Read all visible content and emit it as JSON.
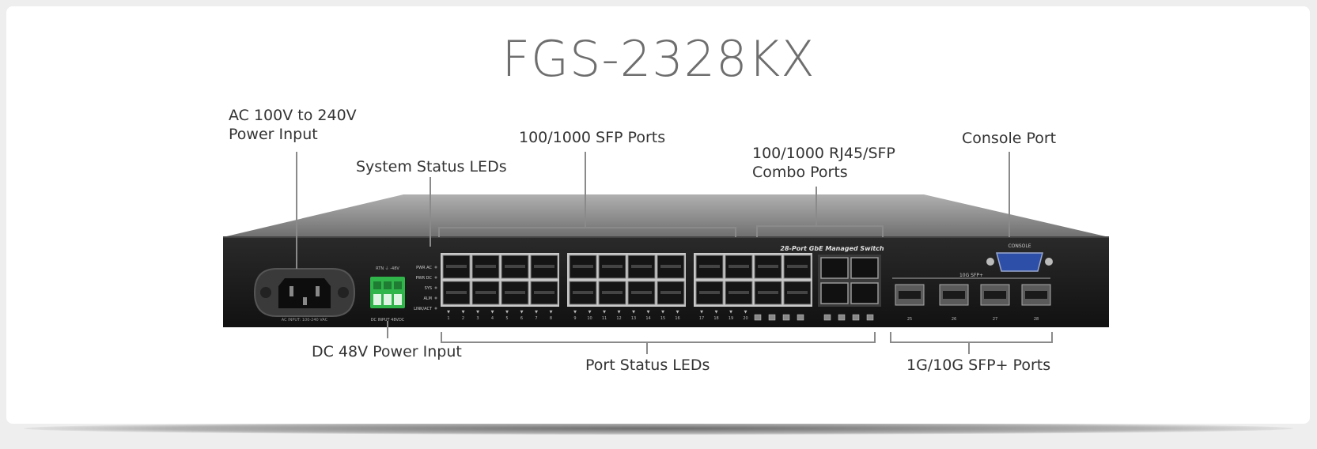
{
  "title": "FGS-2328KX",
  "labels": {
    "ac_power_1": "AC 100V to 240V",
    "ac_power_2": "Power Input",
    "system_leds": "System Status LEDs",
    "sfp_ports": "100/1000 SFP Ports",
    "combo_ports_1": "100/1000 RJ45/SFP",
    "combo_ports_2": "Combo Ports",
    "console_port": "Console Port",
    "dc_power": "DC 48V Power Input",
    "port_leds": "Port Status LEDs",
    "sfp_plus_ports": "1G/10G SFP+ Ports"
  },
  "panel": {
    "brand_text": "28-Port GbE Managed Switch",
    "console_text": "CONSOLE",
    "sfp_plus_text": "10G SFP+",
    "ac_input_text": "AC INPUT: 100-240 VAC",
    "dc_input_text": "DC INPUT 48VDC",
    "dc_terminal_text": "RTN ⏚ -48V",
    "led_labels": [
      "PWR AC",
      "PWR DC",
      "SYS",
      "ALM",
      "LINK/ACT"
    ],
    "port_numbers": [
      "1",
      "2",
      "3",
      "4",
      "5",
      "6",
      "7",
      "8",
      "9",
      "10",
      "11",
      "12",
      "13",
      "14",
      "15",
      "16",
      "17",
      "18",
      "19",
      "20"
    ],
    "sfp_plus_numbers": [
      "25",
      "26",
      "27",
      "28"
    ]
  },
  "colors": {
    "title": "#6e6e6e",
    "label": "#333333",
    "chassis_top": "#8a8a8a",
    "chassis_front": "#1b1b1b",
    "terminal_green": "#2fb54a",
    "console_blue": "#2e4fa8"
  }
}
